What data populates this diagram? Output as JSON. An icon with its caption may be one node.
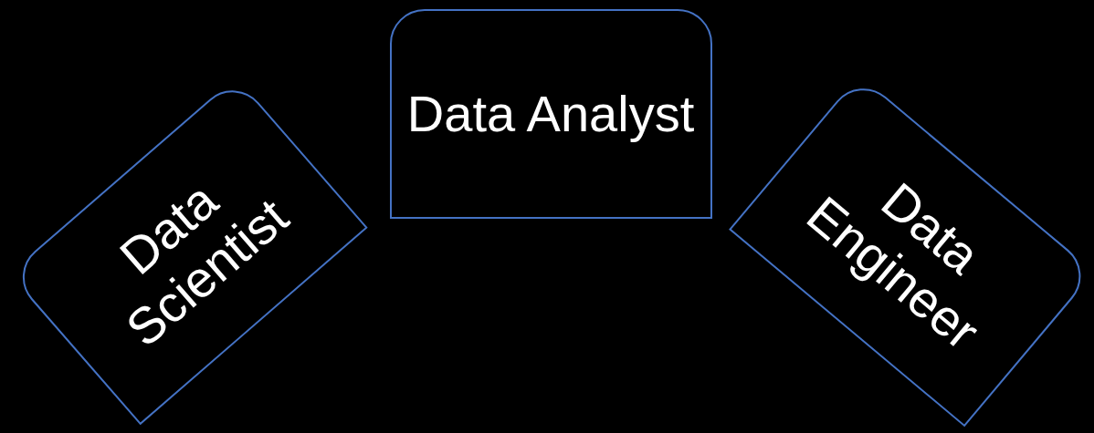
{
  "diagram": {
    "nodes": [
      {
        "text": [
          "Data Scientist"
        ]
      },
      {
        "text": [
          "Data Analyst"
        ]
      },
      {
        "text": [
          "Data Engineer"
        ]
      }
    ]
  }
}
